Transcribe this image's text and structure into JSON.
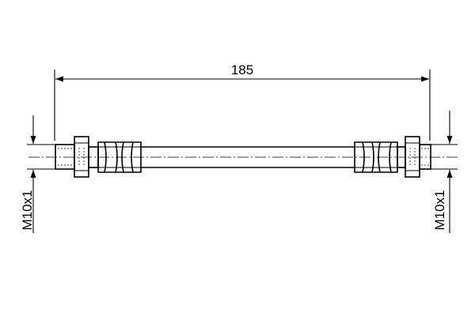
{
  "drawing": {
    "overall_length": "185",
    "left_thread": "M10x1",
    "right_thread": "M10x1"
  }
}
